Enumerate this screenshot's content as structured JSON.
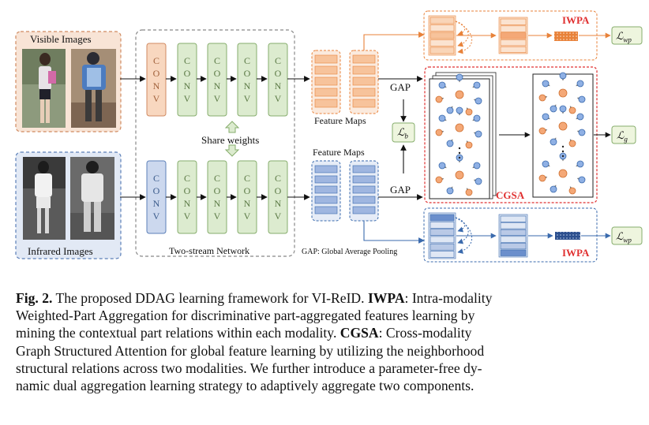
{
  "figure": {
    "visible_label": "Visible Images",
    "infrared_label": "Infrared Images",
    "conv_letters": [
      "C",
      "O",
      "N",
      "V"
    ],
    "share_weights": "Share weights",
    "two_stream": "Two-stream Network",
    "feature_maps_top": "Feature Maps",
    "feature_maps_bottom": "Feature Maps",
    "gap_top": "GAP",
    "gap_bottom": "GAP",
    "gap_note": "GAP: Global Average Pooling",
    "iwpa_top": "IWPA",
    "iwpa_bottom": "IWPA",
    "cgsa": "CGSA",
    "loss_b": "ℒb",
    "loss_wp_top": "ℒwp",
    "loss_g": "ℒg",
    "loss_wp_bottom": "ℒwp",
    "colors": {
      "visible": "#f5c4a4",
      "infrared": "#c9d6ee",
      "conv_green": "#dcebcf",
      "orange_line": "#e8823a",
      "blue_line": "#3a6aad",
      "red_dashed": "#e03030",
      "loss_fill": "#eef5de"
    }
  },
  "caption": {
    "fig_label": "Fig. 2.",
    "lines": [
      {
        "parts": [
          {
            "t": "Fig. 2.",
            "b": true
          },
          {
            "t": " The proposed DDAG learning framework for VI-ReID. ",
            "b": false
          },
          {
            "t": "IWPA",
            "b": true
          },
          {
            "t": ": Intra-modality",
            "b": false
          }
        ]
      },
      {
        "parts": [
          {
            "t": "Weighted-Part Aggregation for discriminative part-aggregated features learning by",
            "b": false
          }
        ]
      },
      {
        "parts": [
          {
            "t": "mining the contextual part relations within each modality. ",
            "b": false
          },
          {
            "t": "CGSA",
            "b": true
          },
          {
            "t": ": Cross-modality",
            "b": false
          }
        ]
      },
      {
        "parts": [
          {
            "t": "Graph Structured Attention for global feature learning by utilizing the neighborhood",
            "b": false
          }
        ]
      },
      {
        "parts": [
          {
            "t": "structural relations across two modalities. We further introduce a parameter-free dy-",
            "b": false
          }
        ]
      },
      {
        "parts": [
          {
            "t": "namic dual aggregation learning strategy to adaptively aggregate two components.",
            "b": false
          }
        ]
      }
    ]
  }
}
